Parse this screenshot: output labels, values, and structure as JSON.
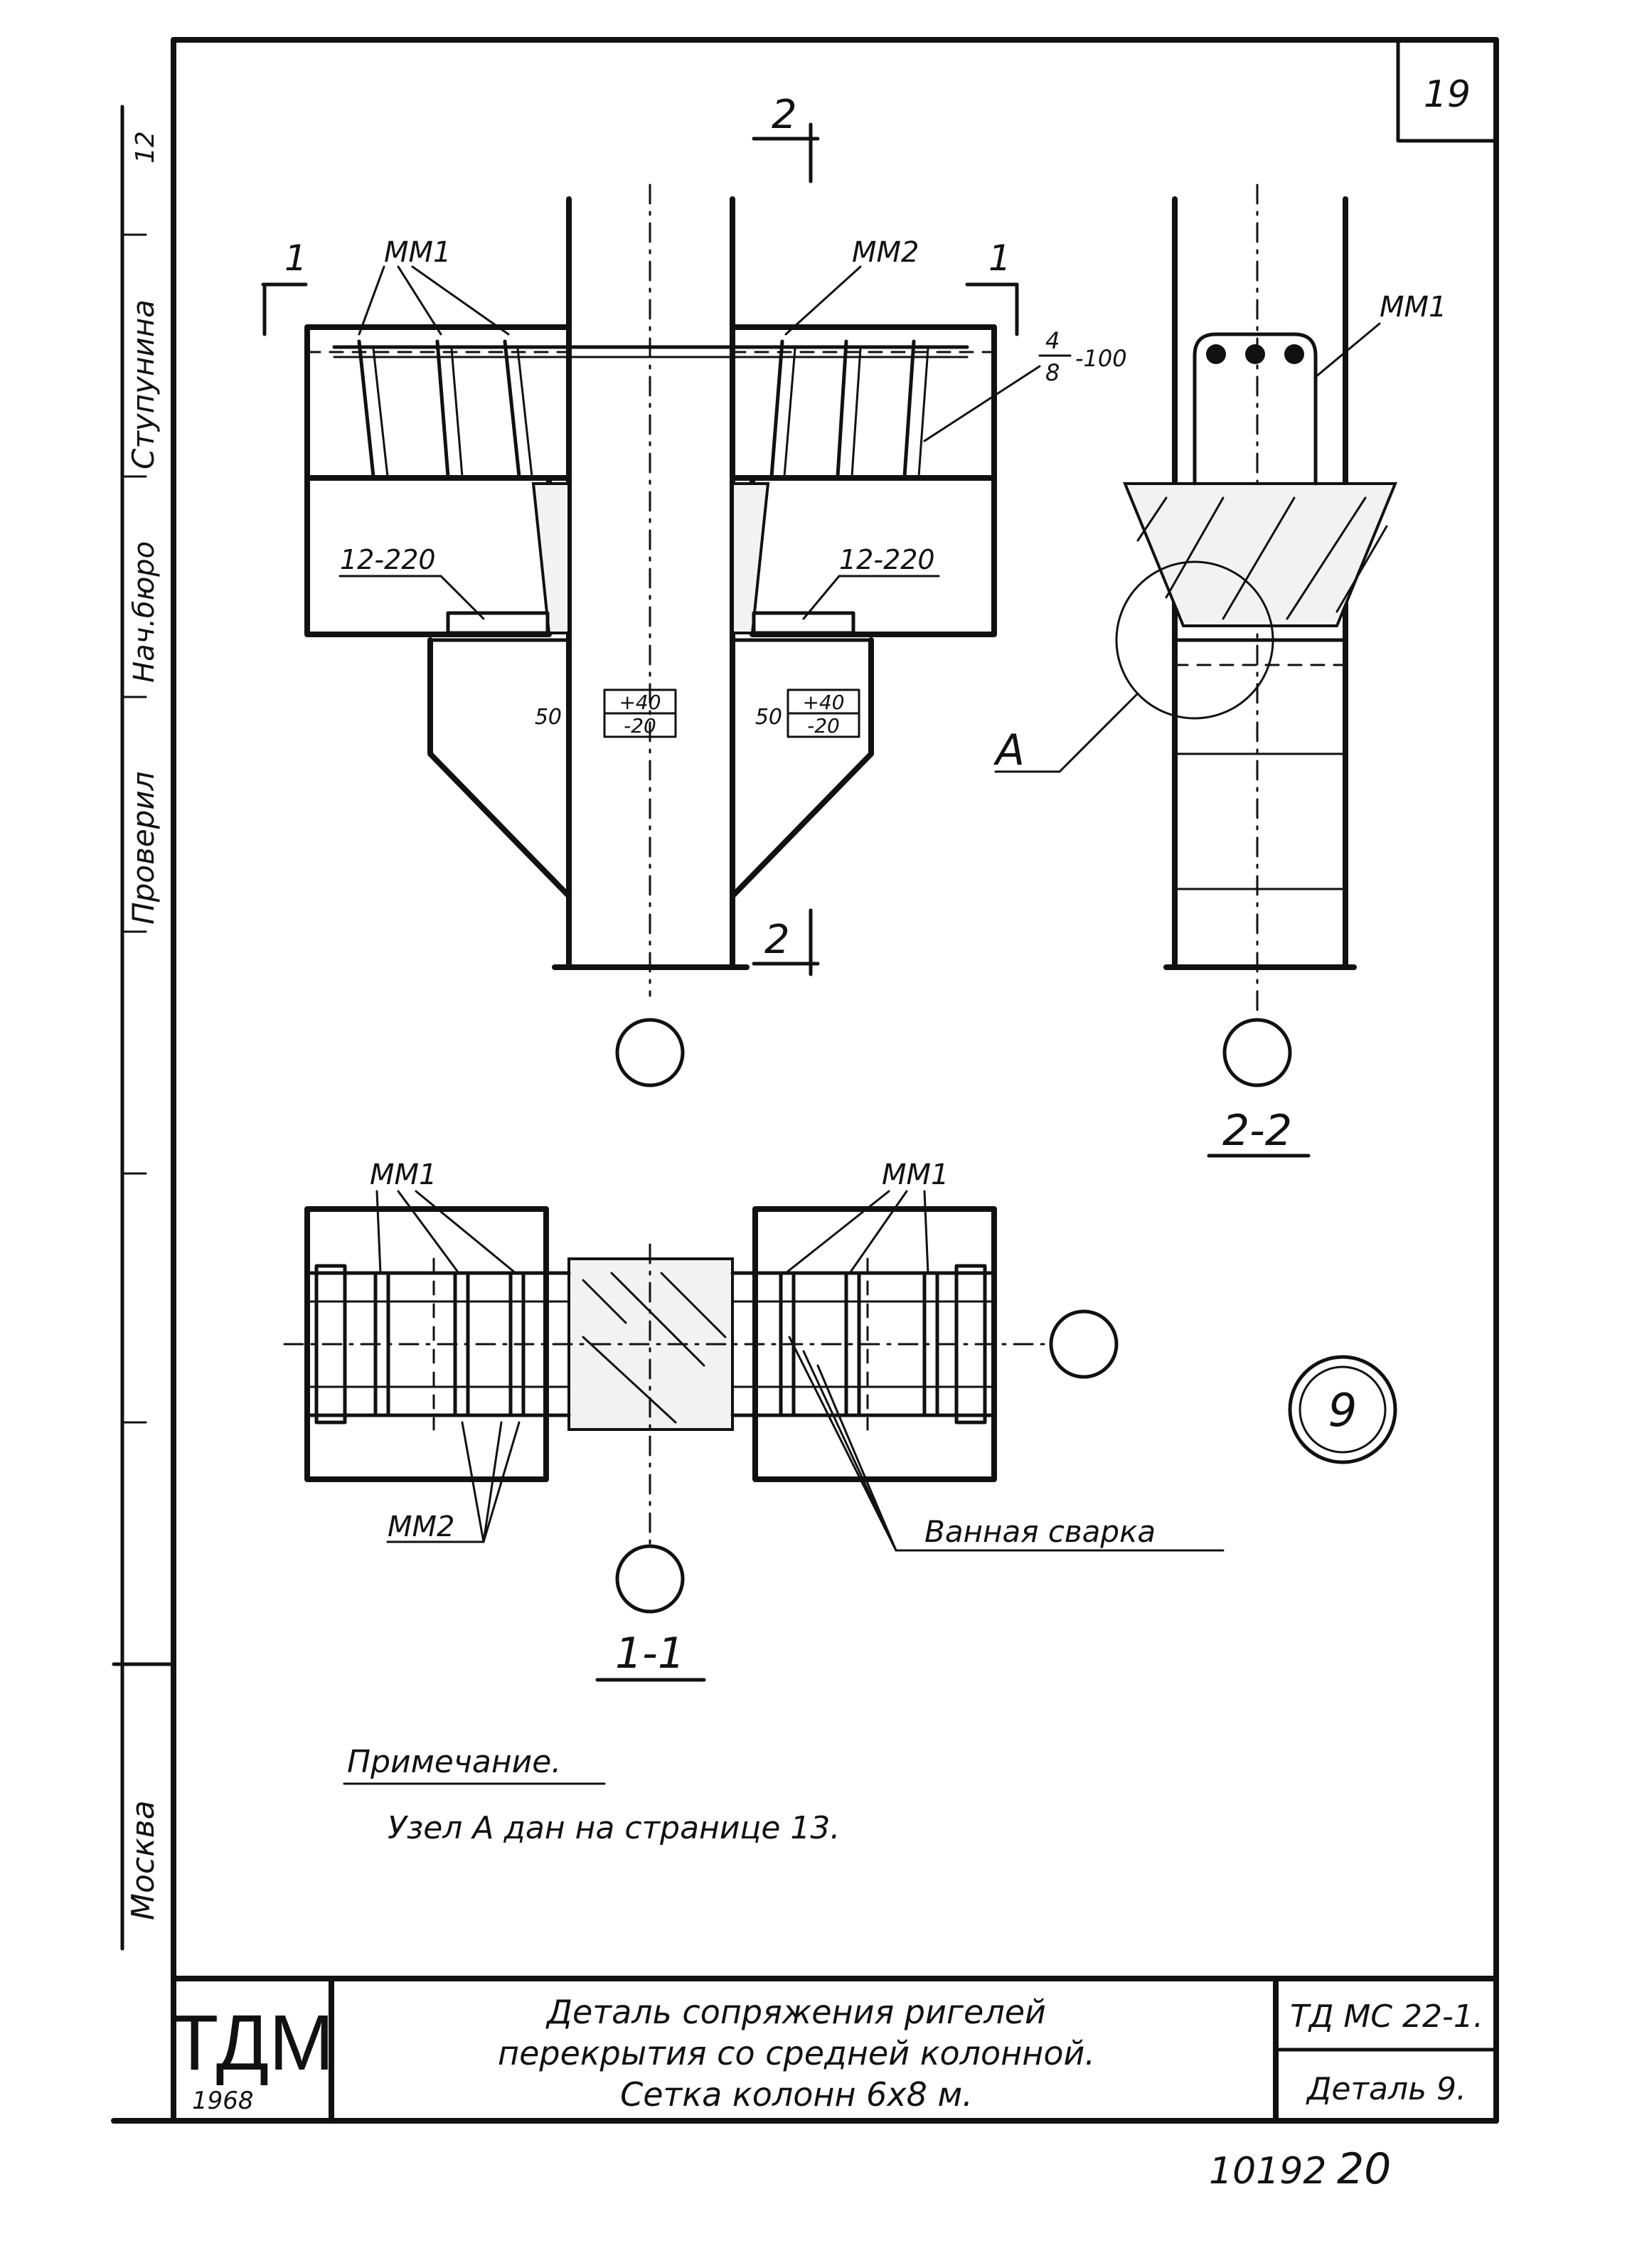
{
  "sheet": {
    "number": "19"
  },
  "side_stamp": {
    "city": "Москва",
    "roles": [
      "Проверил",
      "Нач.бюро",
      "Ступунина",
      "12"
    ]
  },
  "sections": {
    "cut_1": "1",
    "cut_2": "2",
    "label_1_1": "1-1",
    "label_2_2": "2-2",
    "node_A": "A"
  },
  "labels": {
    "mm1": "ММ1",
    "mm2": "ММ2",
    "bar_spec_num": "4",
    "bar_spec_den": "8",
    "bar_spacing": "-100",
    "plate_left": "12-220",
    "plate_right": "12-220",
    "gap": "50",
    "tol_plus": "+40",
    "tol_minus": "-20",
    "weld": "Ванная сварка",
    "detail_mark": "9"
  },
  "note": {
    "heading": "Примечание.",
    "text": "Узел А дан на странице 13."
  },
  "title_block": {
    "org": "ТДМ",
    "year": "1968",
    "title_lines": [
      "Деталь сопряжения ригелей",
      "перекрытия со средней колонной.",
      "Сетка колонн 6х8 м."
    ],
    "code": "ТД МС 22-1.",
    "detail": "Деталь 9."
  },
  "footer": {
    "inv": "10192",
    "page": "20"
  }
}
